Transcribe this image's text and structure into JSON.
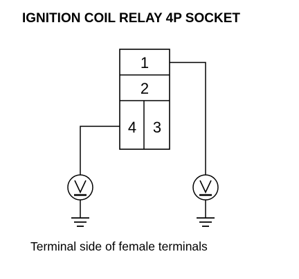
{
  "title": "IGNITION COIL RELAY 4P SOCKET",
  "caption": "Terminal side of female terminals",
  "terminals": {
    "t1": "1",
    "t2": "2",
    "t3": "3",
    "t4": "4"
  },
  "icons": {
    "meter": "voltmeter-icon",
    "ground": "ground-icon"
  },
  "colors": {
    "line": "#000000",
    "background": "#ffffff"
  }
}
